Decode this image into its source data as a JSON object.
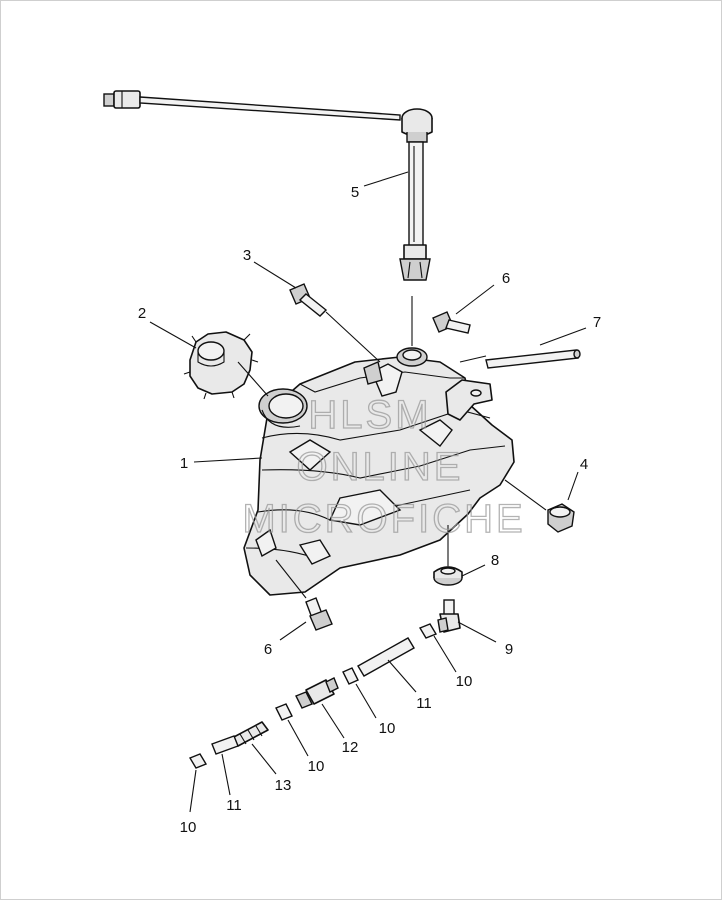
{
  "watermark": {
    "line1": "HLSM",
    "line2": "ONLINE",
    "line3": "MICROFICHE"
  },
  "callouts": [
    {
      "id": "c1",
      "label": "1"
    },
    {
      "id": "c2",
      "label": "2"
    },
    {
      "id": "c3",
      "label": "3"
    },
    {
      "id": "c4",
      "label": "4"
    },
    {
      "id": "c5",
      "label": "5"
    },
    {
      "id": "c6a",
      "label": "6"
    },
    {
      "id": "c6b",
      "label": "6"
    },
    {
      "id": "c7",
      "label": "7"
    },
    {
      "id": "c8",
      "label": "8"
    },
    {
      "id": "c9",
      "label": "9"
    },
    {
      "id": "c10a",
      "label": "10"
    },
    {
      "id": "c10b",
      "label": "10"
    },
    {
      "id": "c10c",
      "label": "10"
    },
    {
      "id": "c10d",
      "label": "10"
    },
    {
      "id": "c11a",
      "label": "11"
    },
    {
      "id": "c11b",
      "label": "11"
    },
    {
      "id": "c12",
      "label": "12"
    },
    {
      "id": "c13",
      "label": "13"
    }
  ]
}
